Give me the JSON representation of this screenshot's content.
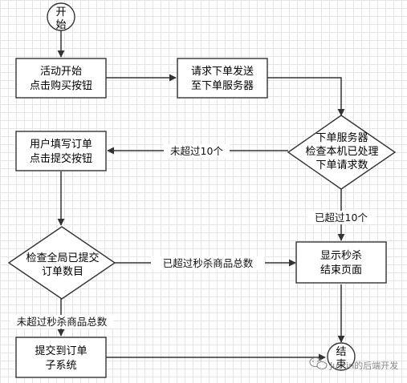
{
  "diagram": {
    "nodes": {
      "start": {
        "line1": "开",
        "line2": "始"
      },
      "click_buy": {
        "line1": "活动开始",
        "line2": "点击购买按钮"
      },
      "send_request": {
        "line1": "请求下单发送",
        "line2": "至下单服务器"
      },
      "server_check": {
        "line1": "下单服务器",
        "line2": "检查本机已处理",
        "line3": "下单请求数"
      },
      "fill_order": {
        "line1": "用户填写订单",
        "line2": "点击提交按钮"
      },
      "global_check": {
        "line1": "检查全局已提交",
        "line2": "订单数目"
      },
      "show_end_page": {
        "line1": "显示秒杀",
        "line2": "结束页面"
      },
      "submit_subsystem": {
        "line1": "提交到订单",
        "line2": "子系统"
      },
      "end": {
        "line1": "结",
        "line2": "束"
      }
    },
    "edges": {
      "not_over_10": "未超过10个",
      "over_10": "已超过10个",
      "over_total": "已超过秒杀商品总数",
      "not_over_total": "未超过秒杀商品总数"
    },
    "watermark": "Justin的后端开发"
  }
}
